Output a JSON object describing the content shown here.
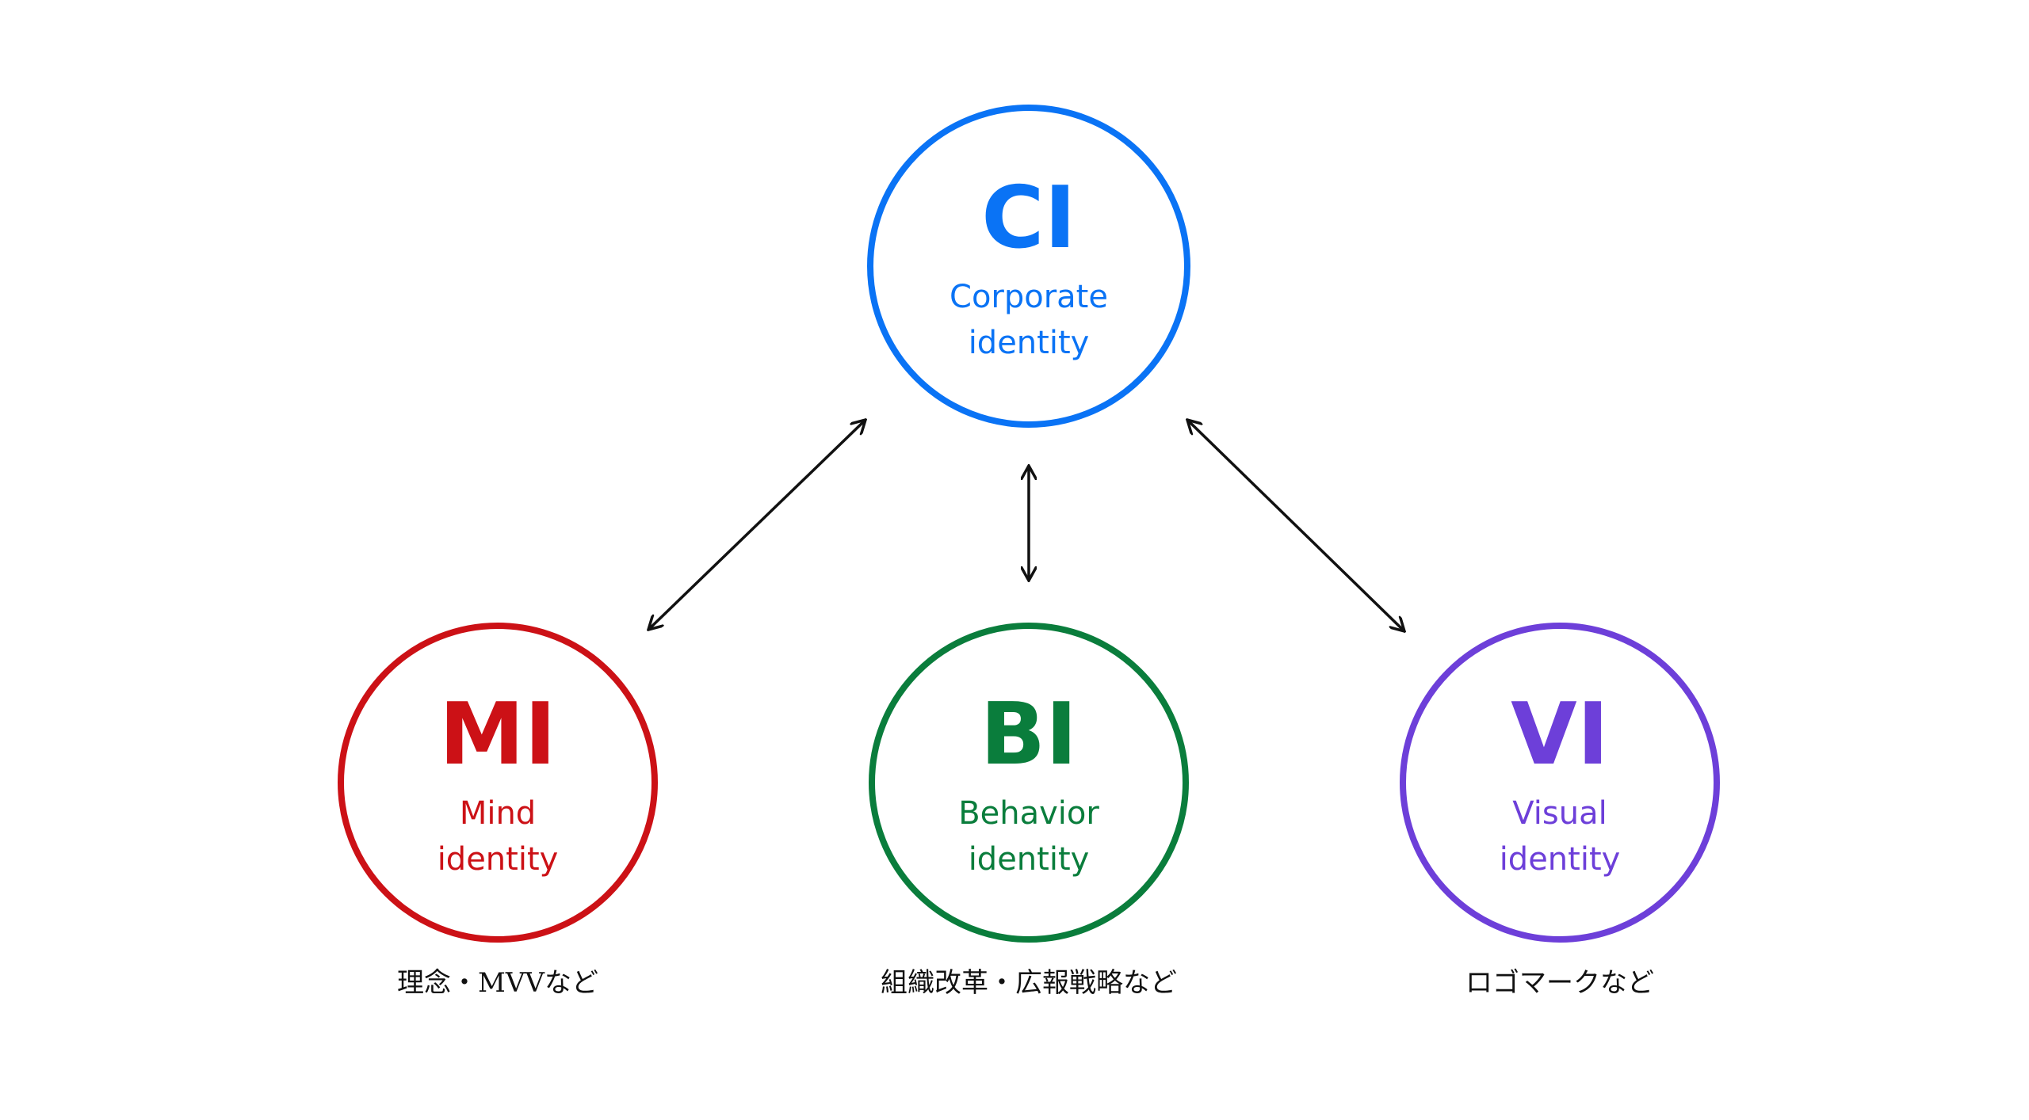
{
  "colors": {
    "ci": "#0a73f5",
    "mi": "#cc1116",
    "bi": "#0a7d3c",
    "vi": "#6d3fd9",
    "arrow": "#111111"
  },
  "nodes": {
    "ci": {
      "abbr": "CI",
      "line1": "Corporate",
      "line2": "identity"
    },
    "mi": {
      "abbr": "MI",
      "line1": "Mind",
      "line2": "identity",
      "caption": "理念・MVVなど"
    },
    "bi": {
      "abbr": "BI",
      "line1": "Behavior",
      "line2": "identity",
      "caption": "組織改革・広報戦略など"
    },
    "vi": {
      "abbr": "VI",
      "line1": "Visual",
      "line2": "identity",
      "caption": "ロゴマークなど"
    }
  },
  "links": [
    {
      "from": "ci",
      "to": "mi",
      "bidirectional": true
    },
    {
      "from": "ci",
      "to": "bi",
      "bidirectional": true
    },
    {
      "from": "ci",
      "to": "vi",
      "bidirectional": true
    }
  ]
}
